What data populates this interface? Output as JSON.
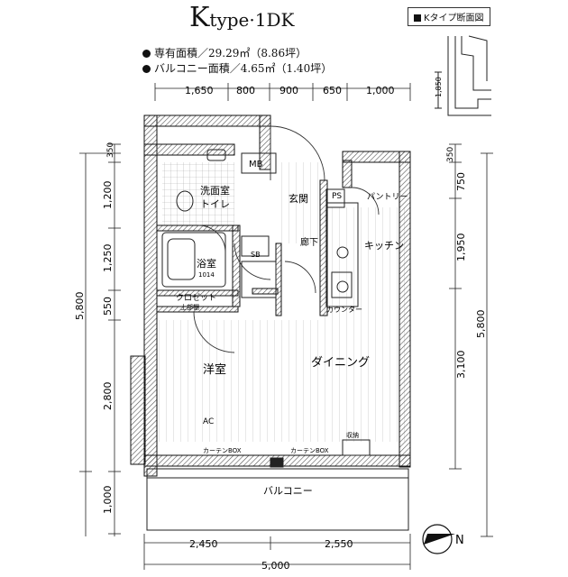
{
  "header": {
    "title_big": "K",
    "title_rest": "type·1DK",
    "area_private": "専有面積／29.29㎡（8.86坪）",
    "area_balcony": "バルコニー面積／4.65㎡（1.40坪）",
    "legend": "Kタイプ断面図"
  },
  "dims": {
    "top": [
      "1,650",
      "800",
      "900",
      "650",
      "1,000"
    ],
    "bottom": [
      "2,450",
      "2,550"
    ],
    "total": "5,000",
    "left": [
      "350",
      "1,200",
      "1,250",
      "550",
      "2,800",
      "1,000"
    ],
    "left_total": "5,800",
    "right": [
      "350",
      "750",
      "1,950",
      "3,100"
    ],
    "right_total": "5,800",
    "section": "1,850"
  },
  "rooms": {
    "washroom": "洗面室",
    "toilet": "トイレ",
    "mb": "MB",
    "entrance": "玄関",
    "ps": "PS",
    "pantry": "パントリー",
    "bath": "浴室",
    "bath_size": "1014",
    "sb": "SB",
    "corridor": "廊下",
    "kitchen": "キッチン",
    "counter": "カウンター",
    "closet": "クロゼット",
    "closet_sub": "上部棚",
    "western": "洋室",
    "dining": "ダイニング",
    "balcony": "バルコニー",
    "curtain1": "カーテンBOX",
    "curtain2": "カーテンBOX",
    "ac": "AC",
    "shoe": "収納",
    "compass": "N"
  }
}
